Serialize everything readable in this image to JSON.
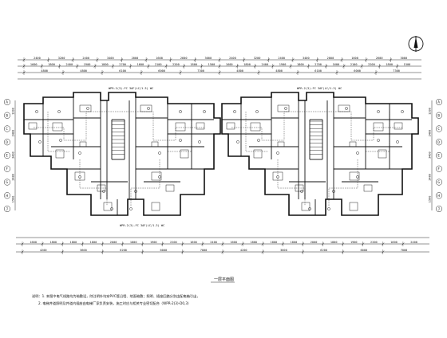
{
  "drawing": {
    "north_symbol": "north-arrow",
    "line_color": "#111111",
    "background": "#ffffff",
    "top_dims_outer": [
      "2400",
      "3200",
      "2400",
      "3400",
      "2000",
      "1600",
      "2600",
      "3000",
      "2400",
      "3200",
      "2400",
      "3400",
      "2000",
      "1600",
      "2600",
      "3000"
    ],
    "top_dims_inner": [
      "1600",
      "1800",
      "2400",
      "1900",
      "1800",
      "2700",
      "1600",
      "2100",
      "2200",
      "1800",
      "1500",
      "1600",
      "1800",
      "2400",
      "1900",
      "1800",
      "2700",
      "1600",
      "2100",
      "2200",
      "1800",
      "1500"
    ],
    "top_dims_total": [
      "4800",
      "4800",
      "6100",
      "6000",
      "7300",
      "4800",
      "4800",
      "6100",
      "6000",
      "7300"
    ],
    "bottom_dims_outer": [
      "1600",
      "1800",
      "1800",
      "1800",
      "2000",
      "1800",
      "1900",
      "2200",
      "1600",
      "2400",
      "1600",
      "1800",
      "1800",
      "1800",
      "2000",
      "1800",
      "1900",
      "2200",
      "1600",
      "2400"
    ],
    "bottom_dims_inner": [
      "4200",
      "3600",
      "6200",
      "6000",
      "7000",
      "4200",
      "3600",
      "6200",
      "6000",
      "7000"
    ],
    "left_axes": [
      "A",
      "B",
      "C",
      "D",
      "E",
      "F",
      "G",
      "H",
      "J"
    ],
    "right_axes": [
      "A",
      "B",
      "C",
      "D",
      "E",
      "F",
      "G",
      "H",
      "J"
    ],
    "left_side_dims": [
      "1200",
      "2400",
      "3400",
      "2400",
      "1500"
    ],
    "right_side_dims": [
      "1200",
      "2400",
      "3400",
      "2400",
      "1500"
    ],
    "riser_notes_top": [
      "WPR-2(3)-FC 3AF(LC/1-3) WC",
      "WPR-2(3)-FC 3AF(LC/1-3) WC"
    ],
    "riser_notes_bottom": [
      "WPR-2(3)-FC 3AF(LC/1-3) WC"
    ],
    "plan_title": "一层平面图",
    "notes": [
      "说明：1. 本图中电气线路均为暗敷设，除注明外均穿PVC管沿墙、地面暗敷；照明、插座回路分别由配电箱引出，",
      "2. 电梯井道照明及井道内插座由电梯厂家负责安装，施工时应与相关专业密切配合（WPR-2(3)-D0,3）"
    ]
  }
}
